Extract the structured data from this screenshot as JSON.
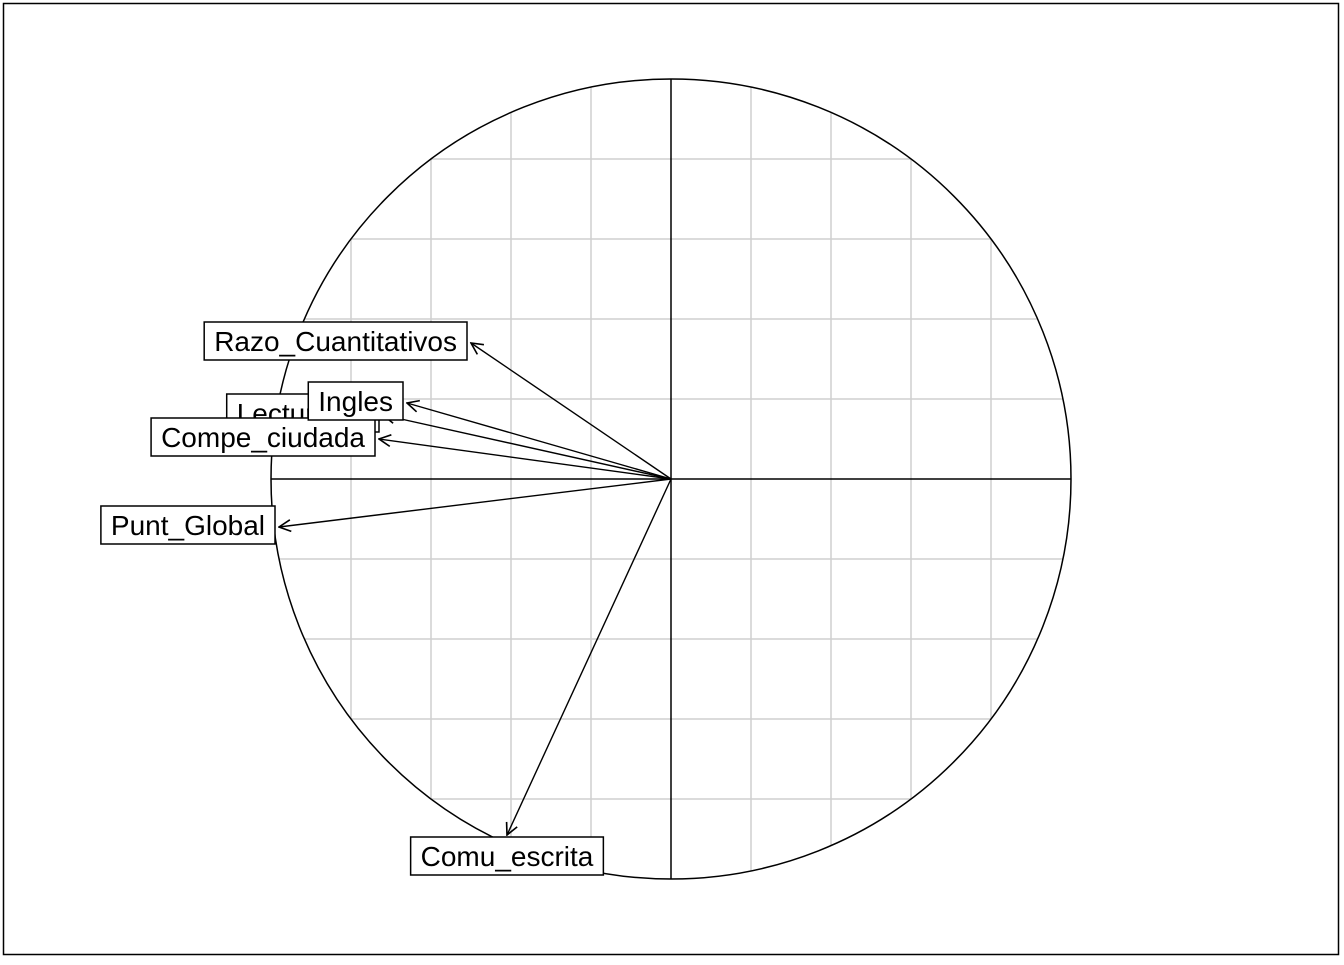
{
  "chart_data": {
    "type": "correlation-circle",
    "title": "",
    "xlabel": "",
    "ylabel": "",
    "xlim": [
      -1,
      1
    ],
    "ylim": [
      -1,
      1
    ],
    "grid": true,
    "grid_step": 0.2,
    "variables": [
      {
        "name": "Razo_Cuantitativos",
        "x": -0.5,
        "y": 0.34
      },
      {
        "name": "Lectura_cr",
        "x": -0.72,
        "y": 0.16
      },
      {
        "name": "Ingles",
        "x": -0.66,
        "y": 0.19
      },
      {
        "name": "Compe_ciudada",
        "x": -0.73,
        "y": 0.1
      },
      {
        "name": "Punt_Global",
        "x": -0.98,
        "y": -0.12
      },
      {
        "name": "Comu_escrita",
        "x": -0.41,
        "y": -0.89
      }
    ]
  }
}
